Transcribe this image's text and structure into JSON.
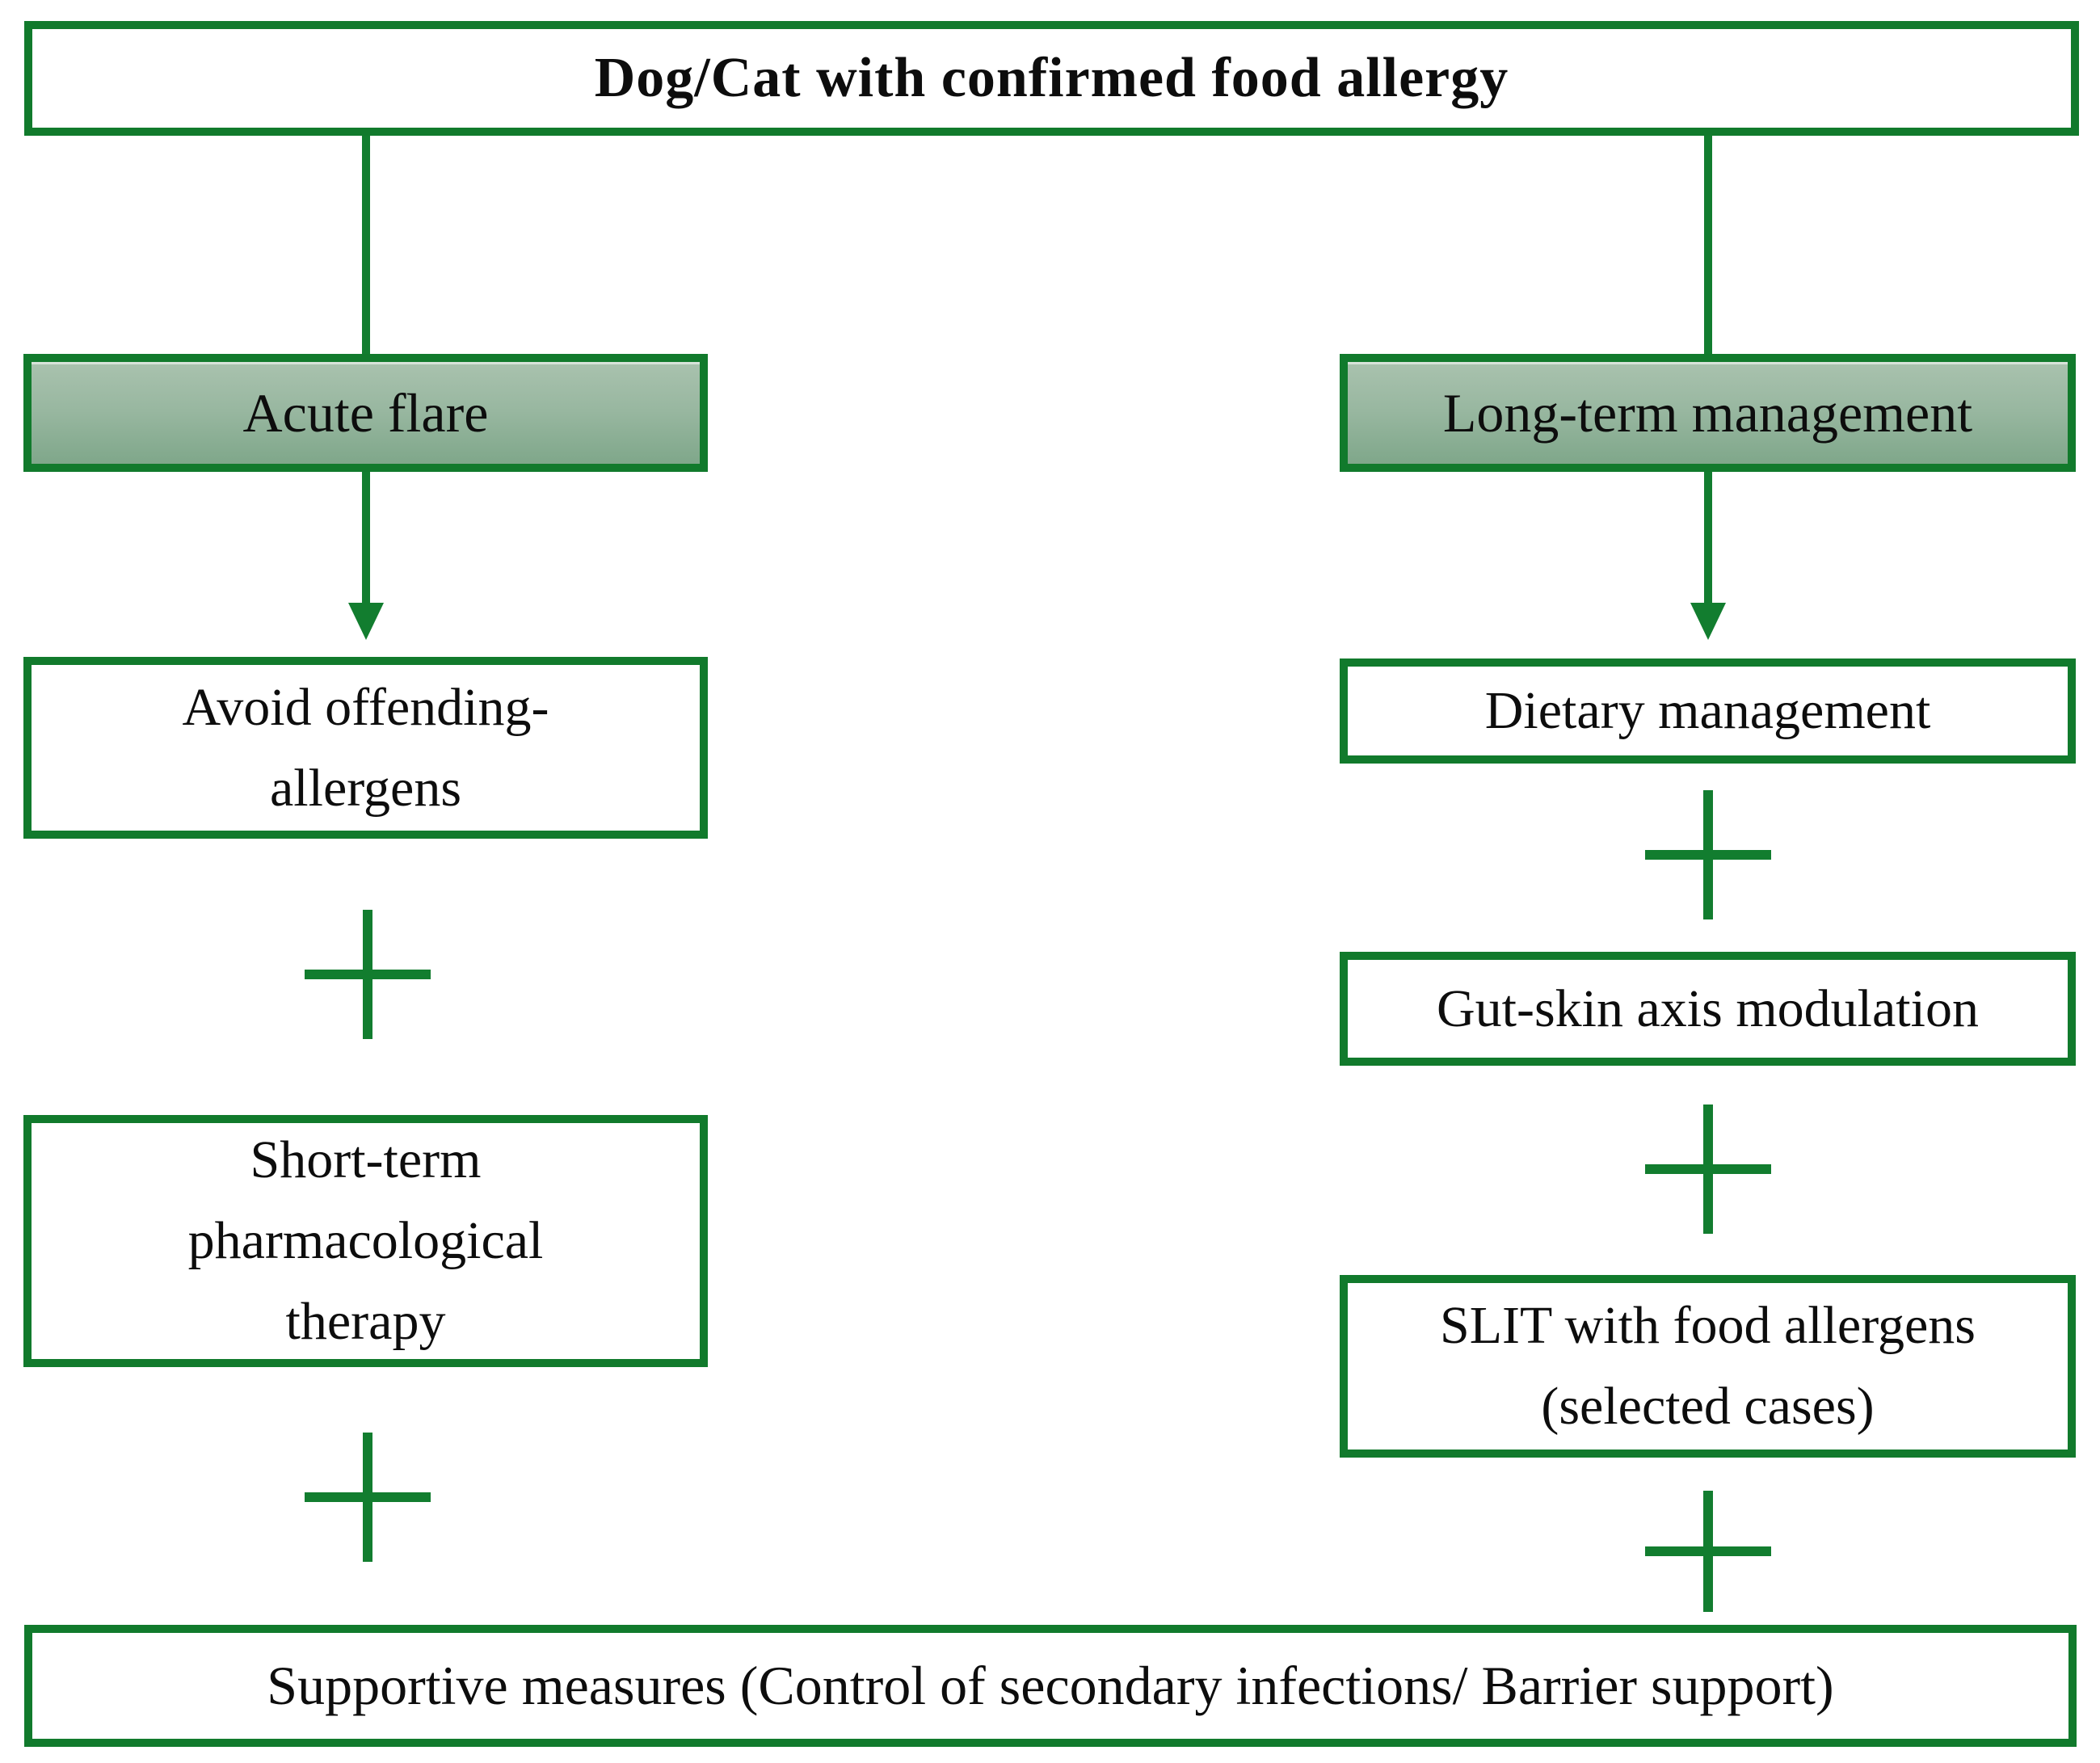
{
  "figure": {
    "root_label": "Dog/Cat with confirmed food allergy",
    "branches": {
      "acute": {
        "header": "Acute flare",
        "step1_line1": "Avoid offending-",
        "step1_line2": "allergens",
        "step2_line1": "Short-term",
        "step2_line2": "pharmacological",
        "step2_line3": "therapy"
      },
      "longterm": {
        "header": "Long-term management",
        "step1": "Dietary management",
        "step2": "Gut-skin axis modulation",
        "step3_line1": "SLIT with food allergens",
        "step3_line2": "(selected cases)"
      }
    },
    "footer_label": "Supportive measures (Control of secondary infections/ Barrier support)",
    "icons": {
      "plus-icon": "+",
      "arrow-down-icon": "▼"
    },
    "colors": {
      "border_green": "#117a2c",
      "line_green": "#127d2f",
      "header_fill_top": "#a9c2ae",
      "header_fill_mid": "#98b7a0",
      "header_fill_bottom": "#7fa78a",
      "text_black": "#0d0d0d",
      "background": "#ffffff"
    }
  }
}
